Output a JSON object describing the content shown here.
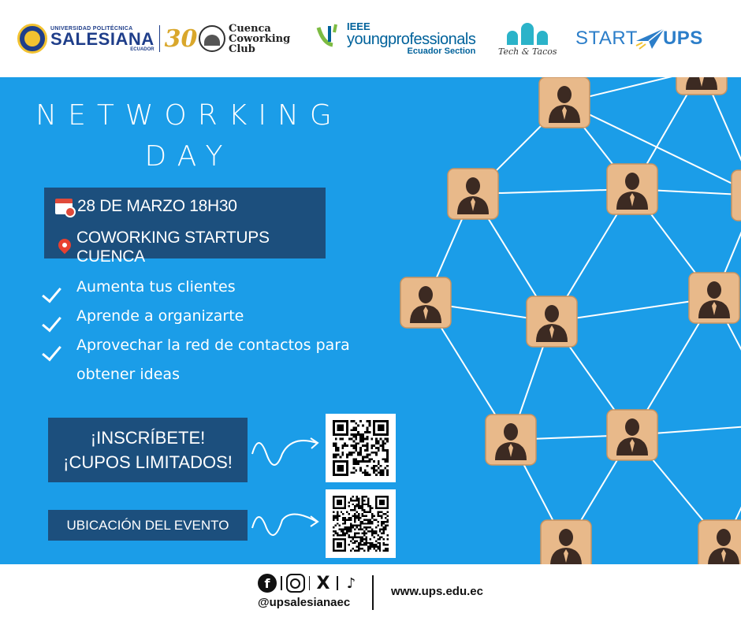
{
  "header": {
    "ups": {
      "top_text": "UNIVERSIDAD POLITÉCNICA",
      "name": "SALESIANA",
      "country": "ECUADOR",
      "anniversary": "30"
    },
    "coworking": {
      "line1": "Cuenca",
      "line2": "Coworking",
      "line3": "Club"
    },
    "ieee": {
      "line1": "IEEE",
      "line2": "youngprofessionals",
      "line3": "Ecuador Section"
    },
    "tech_tacos": {
      "name": "Tech & Tacos"
    },
    "startups": {
      "part1": "START",
      "part2": "UPS"
    }
  },
  "title": {
    "line1": "NETWORKING",
    "line2": "DAY"
  },
  "event": {
    "date": "28 DE MARZO 18H30",
    "place": "COWORKING STARTUPS CUENCA"
  },
  "benefits": [
    "Aumenta tus clientes",
    "Aprende a organizarte",
    "Aprovechar la red de contactos para obtener ideas"
  ],
  "cta": {
    "register_line1": "¡INSCRÍBETE!",
    "register_line2": "¡CUPOS LIMITADOS!",
    "location": "UBICACIÓN DEL EVENTO"
  },
  "footer": {
    "handle": "@upsalesianaec",
    "website": "www.ups.edu.ec"
  },
  "colors": {
    "background_blue": "#1b9de8",
    "box_navy": "#1c4f7d",
    "tile_wood": "#e8b98a",
    "figure": "#3c2a22"
  },
  "icons": [
    "calendar-icon",
    "location-pin-icon",
    "check-icon",
    "facebook-icon",
    "instagram-icon",
    "x-icon",
    "tiktok-icon"
  ]
}
